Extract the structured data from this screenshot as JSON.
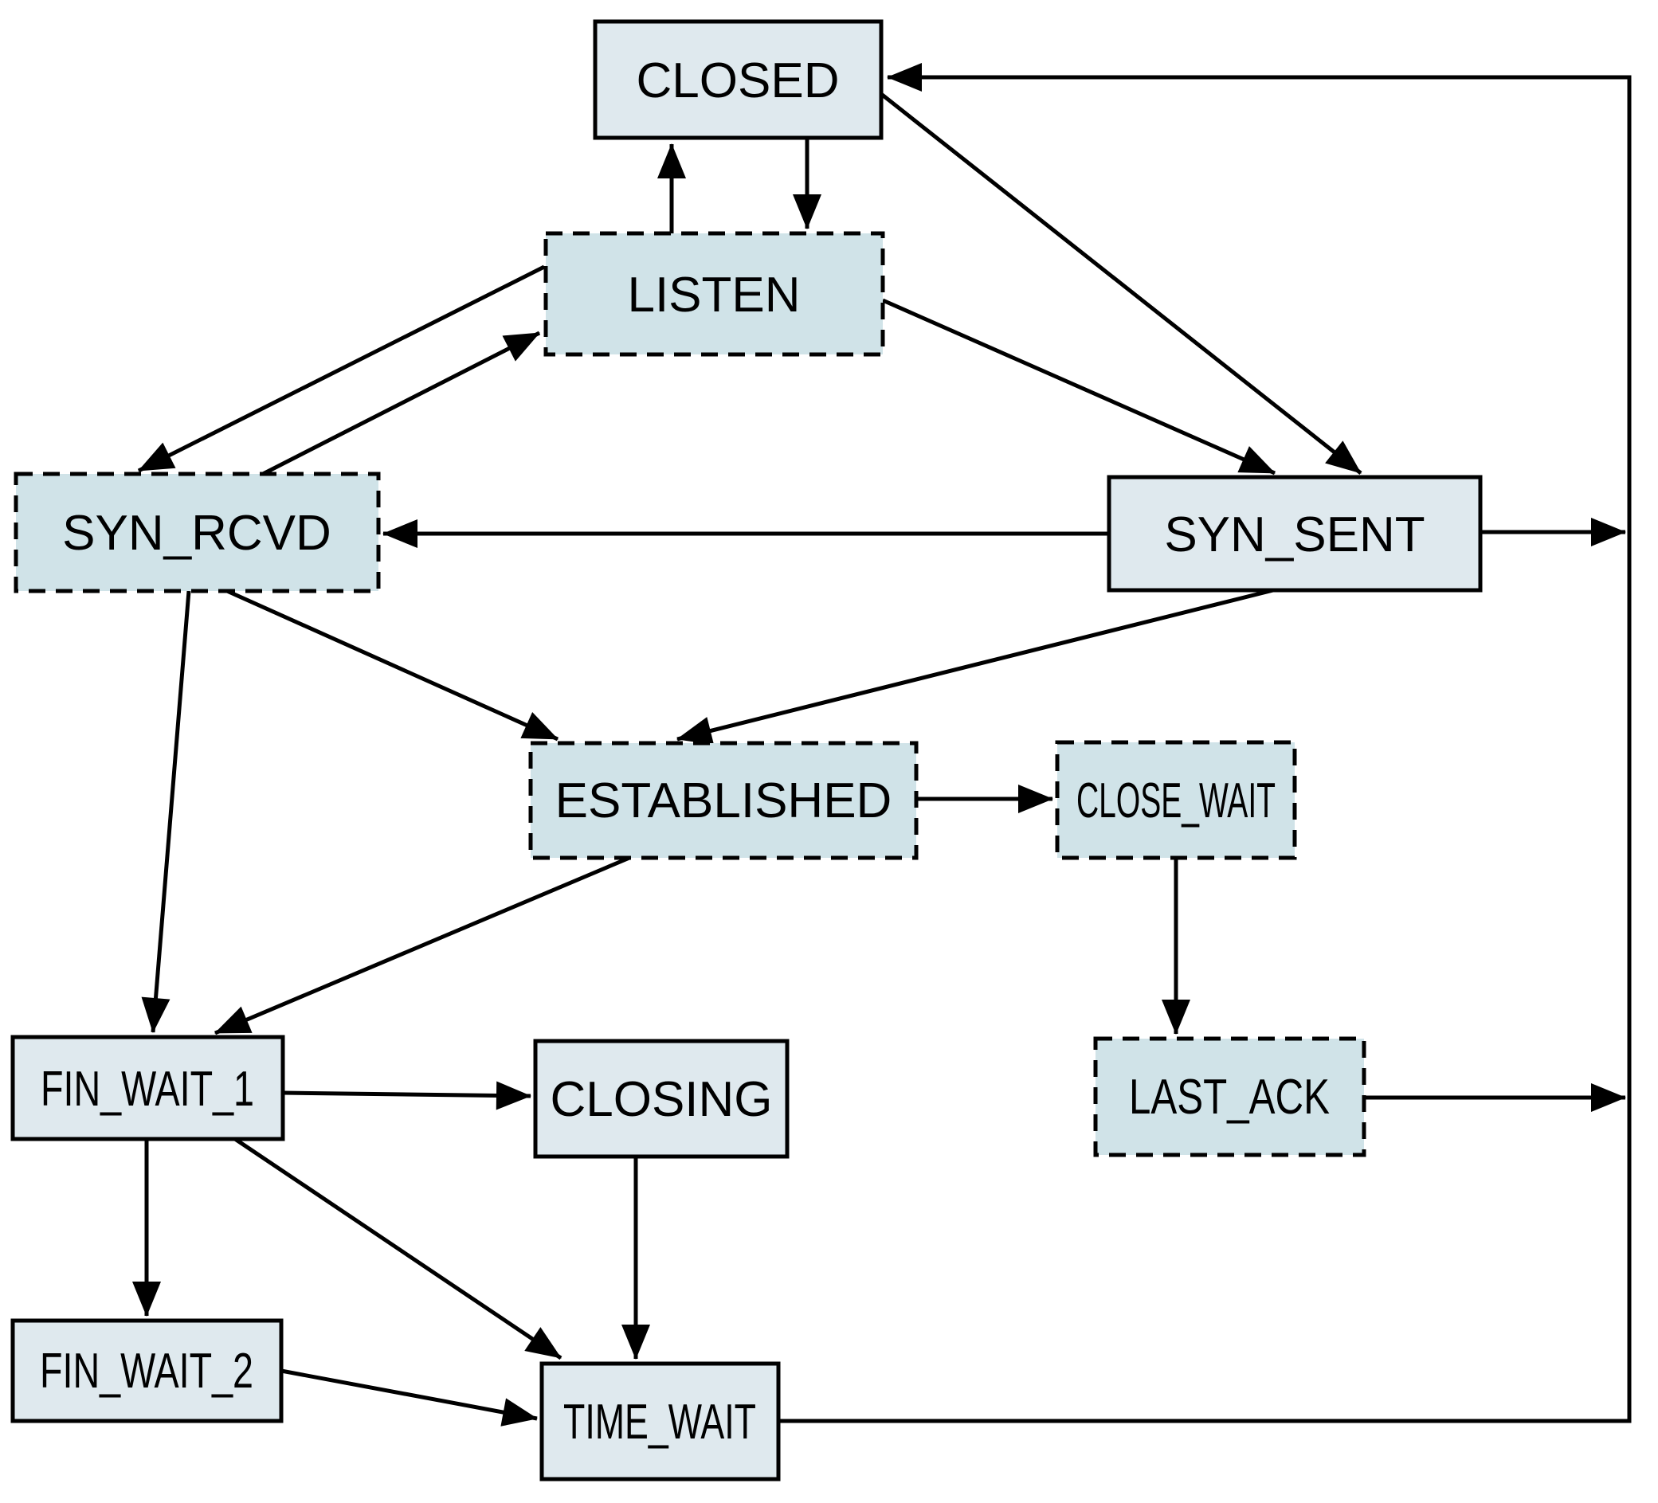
{
  "diagram": {
    "type": "state-diagram",
    "subject": "TCP connection states",
    "background_color": "#ffffff",
    "line_color": "#000000",
    "solid_box_fill": "#dfe9ee",
    "dashed_box_fill": "#d0e3e8",
    "states": [
      {
        "id": "closed",
        "label": "CLOSED",
        "border": "solid"
      },
      {
        "id": "listen",
        "label": "LISTEN",
        "border": "dashed"
      },
      {
        "id": "syn_rcvd",
        "label": "SYN_RCVD",
        "border": "dashed"
      },
      {
        "id": "syn_sent",
        "label": "SYN_SENT",
        "border": "solid"
      },
      {
        "id": "established",
        "label": "ESTABLISHED",
        "border": "dashed"
      },
      {
        "id": "close_wait",
        "label": "CLOSE_WAIT",
        "border": "dashed"
      },
      {
        "id": "fin_wait_1",
        "label": "FIN_WAIT_1",
        "border": "solid"
      },
      {
        "id": "closing",
        "label": "CLOSING",
        "border": "solid"
      },
      {
        "id": "last_ack",
        "label": "LAST_ACK",
        "border": "dashed"
      },
      {
        "id": "fin_wait_2",
        "label": "FIN_WAIT_2",
        "border": "solid"
      },
      {
        "id": "time_wait",
        "label": "TIME_WAIT",
        "border": "solid"
      }
    ],
    "transitions": [
      {
        "from": "listen",
        "to": "closed"
      },
      {
        "from": "closed",
        "to": "listen"
      },
      {
        "from": "listen",
        "to": "syn_rcvd"
      },
      {
        "from": "syn_rcvd",
        "to": "listen"
      },
      {
        "from": "listen",
        "to": "syn_sent"
      },
      {
        "from": "closed",
        "to": "syn_sent"
      },
      {
        "from": "syn_sent",
        "to": "syn_rcvd"
      },
      {
        "from": "syn_rcvd",
        "to": "established"
      },
      {
        "from": "syn_sent",
        "to": "established"
      },
      {
        "from": "established",
        "to": "close_wait"
      },
      {
        "from": "close_wait",
        "to": "last_ack"
      },
      {
        "from": "syn_rcvd",
        "to": "fin_wait_1"
      },
      {
        "from": "established",
        "to": "fin_wait_1"
      },
      {
        "from": "fin_wait_1",
        "to": "closing"
      },
      {
        "from": "fin_wait_1",
        "to": "fin_wait_2"
      },
      {
        "from": "fin_wait_1",
        "to": "time_wait"
      },
      {
        "from": "closing",
        "to": "time_wait"
      },
      {
        "from": "fin_wait_2",
        "to": "time_wait"
      },
      {
        "from": "syn_sent",
        "to": "closed"
      },
      {
        "from": "last_ack",
        "to": "closed"
      },
      {
        "from": "time_wait",
        "to": "closed"
      }
    ]
  }
}
